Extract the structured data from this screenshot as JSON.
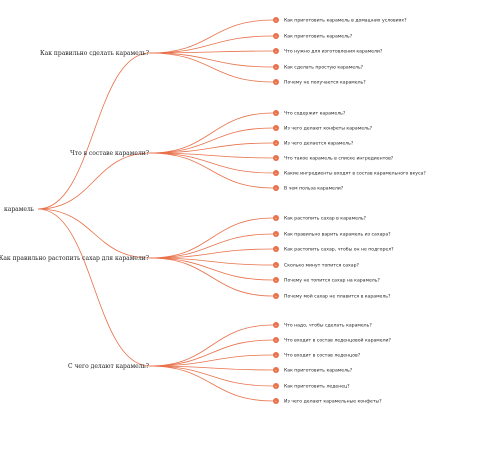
{
  "colors": {
    "edge": "#e8714a",
    "background": "#ffffff"
  },
  "root": {
    "label": "карамель"
  },
  "branches": [
    {
      "label": "Как правильно сделать карамель?",
      "leaves": [
        "Как приготовить карамель в домашних условиях?",
        "Как приготовить карамель?",
        "Что нужно для изготовления карамели?",
        "Как сделать простую карамель?",
        "Почему не получается карамель?"
      ]
    },
    {
      "label": "Что в составе карамели?",
      "leaves": [
        "Что содержит карамель?",
        "Из чего делают конфеты карамель?",
        "Из чего делается карамель?",
        "Что такое карамель в списке ингредиентов?",
        "Какие ингредиенты входят в состав карамельного вкуса?",
        "В чем польза карамели?"
      ]
    },
    {
      "label": "Как правильно растопить сахар для карамели?",
      "leaves": [
        "Как растопить сахар в карамель?",
        "Как правильно варить карамель из сахара?",
        "Как растопить сахар, чтобы он не подгорел?",
        "Сколько минут топится сахар?",
        "Почему не топится сахар на карамель?",
        "Почему мой сахар не плавится в карамель?"
      ]
    },
    {
      "label": "С чего делают карамель?",
      "leaves": [
        "Что надо, чтобы сделать карамель?",
        "Что входит в состав леденцовой карамели?",
        "Что входит в состав леденцов?",
        "Как приготовить карамель?",
        "Как приготовить леденец?",
        "Из чего делают карамельные конфеты?"
      ]
    }
  ]
}
